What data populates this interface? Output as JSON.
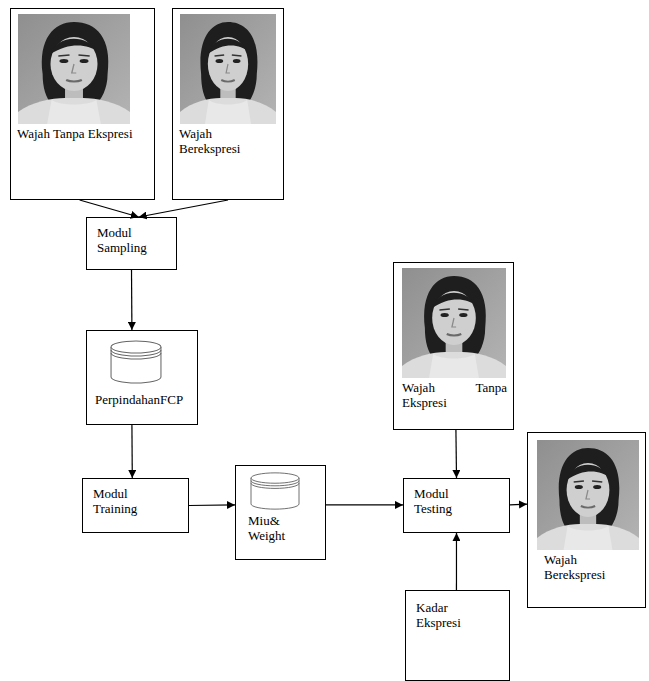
{
  "diagram": {
    "nodes": [
      {
        "text": [
          "Wajah Tanpa Ekspresi"
        ]
      },
      {
        "text": [
          "Wajah Berekspresi"
        ]
      },
      {
        "text": [
          "Modul Sampling"
        ]
      },
      {
        "text": [
          "PerpindahanFCP"
        ]
      },
      {
        "text": [
          "Modul Training"
        ]
      },
      {
        "text": [
          "Miu& Weight"
        ]
      },
      {
        "text": [
          "Wajah Tanpa Ekspresi"
        ]
      },
      {
        "text": [
          "Modul Testing"
        ]
      },
      {
        "text": [
          "Wajah Berekspresi"
        ]
      },
      {
        "text": [
          "Kadar Ekspresi"
        ]
      }
    ],
    "edges": [
      {
        "from": 0,
        "to": 2,
        "arrow": "to"
      },
      {
        "from": 1,
        "to": 2,
        "arrow": "to"
      },
      {
        "from": 2,
        "to": 3,
        "arrow": "to"
      },
      {
        "from": 3,
        "to": 4,
        "arrow": "to"
      },
      {
        "from": 4,
        "to": 5,
        "arrow": "to"
      },
      {
        "from": 5,
        "to": 7,
        "arrow": "to"
      },
      {
        "from": 6,
        "to": 7,
        "arrow": "to"
      },
      {
        "from": 9,
        "to": 7,
        "arrow": "to"
      },
      {
        "from": 7,
        "to": 8,
        "arrow": "to"
      }
    ]
  }
}
